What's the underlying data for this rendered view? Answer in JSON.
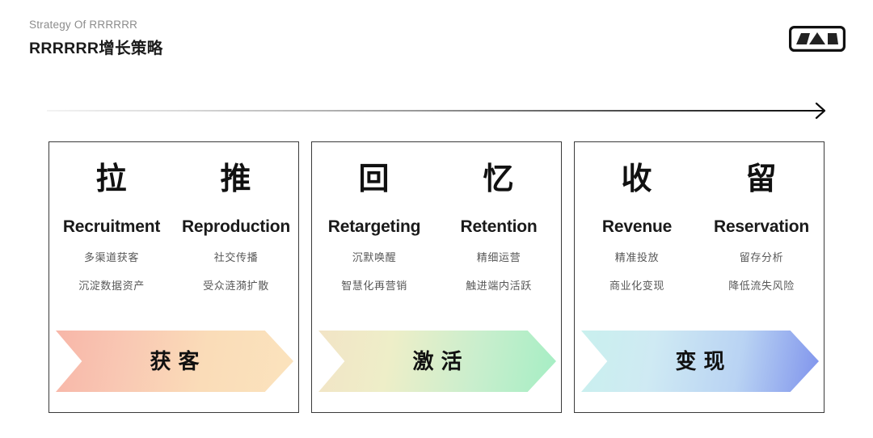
{
  "header": {
    "eyebrow": "Strategy Of RRRRRR",
    "title": "RRRRRR增长策略",
    "logo_icon": "mountain-logo-icon"
  },
  "timeline": {
    "arrow_icon": "right-arrow-icon",
    "gradient_from": "#f3f3f3",
    "gradient_to": "#111111"
  },
  "cards": [
    {
      "id": "acquisition",
      "columns": [
        {
          "glyph": "拉",
          "english": "Recruitment",
          "points": [
            "多渠道获客",
            "沉淀数据资产"
          ]
        },
        {
          "glyph": "推",
          "english": "Reproduction",
          "points": [
            "社交传播",
            "受众涟漪扩散"
          ]
        }
      ],
      "banner": {
        "label": "获客",
        "gradient_from": "#f7b6a8",
        "gradient_to": "#fbe3bd"
      }
    },
    {
      "id": "activation",
      "columns": [
        {
          "glyph": "回",
          "english": "Retargeting",
          "points": [
            "沉默唤醒",
            "智慧化再营销"
          ]
        },
        {
          "glyph": "忆",
          "english": "Retention",
          "points": [
            "精细运营",
            "触进端内活跃"
          ]
        }
      ],
      "banner": {
        "label": "激活",
        "gradient_from": "#f2e4c6",
        "gradient_to": "#a5eec4"
      }
    },
    {
      "id": "monetization",
      "columns": [
        {
          "glyph": "收",
          "english": "Revenue",
          "points": [
            "精准投放",
            "商业化变现"
          ]
        },
        {
          "glyph": "留",
          "english": "Reservation",
          "points": [
            "留存分析",
            "降低流失风险"
          ]
        }
      ],
      "banner": {
        "label": "变现",
        "gradient_from": "#c9f0ee",
        "gradient_to": "#7f93ec"
      }
    }
  ]
}
